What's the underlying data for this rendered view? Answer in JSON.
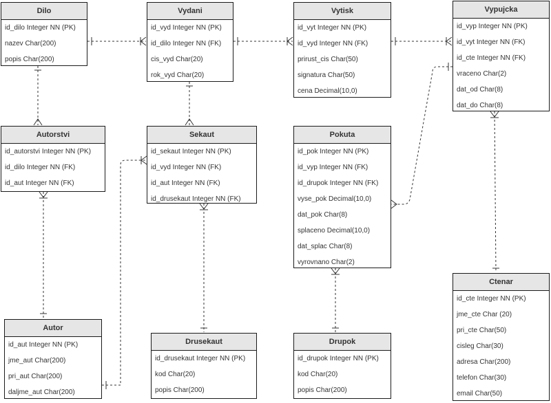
{
  "colors": {
    "header_bg": "#e6e6e6",
    "border": "#1a1a1a",
    "text": "#333333",
    "link": "#333333"
  },
  "entities": {
    "dilo": {
      "title": "Dilo",
      "fields": [
        "id_dilo Integer NN (PK)",
        "nazev Char(200)",
        "popis Char(200)"
      ]
    },
    "vydani": {
      "title": "Vydani",
      "fields": [
        "id_vyd Integer NN (PK)",
        "id_dilo Integer NN (FK)",
        "cis_vyd Char(20)",
        "rok_vyd Char(20)"
      ]
    },
    "vytisk": {
      "title": "Vytisk",
      "fields": [
        "id_vyt Integer NN (PK)",
        "id_vyd Integer NN (FK)",
        "prirust_cis Char(50)",
        "signatura Char(50)",
        "cena Decimal(10,0)"
      ]
    },
    "vypujcka": {
      "title": "Vypujcka",
      "fields": [
        "id_vyp Integer NN (PK)",
        "id_vyt Integer NN (FK)",
        "id_cte Integer NN (FK)",
        "vraceno Char(2)",
        "dat_od Char(8)",
        "dat_do Char(8)"
      ]
    },
    "autorstvi": {
      "title": "Autorstvi",
      "fields": [
        "id_autorstvi Integer NN (PK)",
        "id_dilo Integer NN (FK)",
        "id_aut Integer NN (FK)"
      ]
    },
    "sekaut": {
      "title": "Sekaut",
      "fields": [
        "id_sekaut Integer NN (PK)",
        "id_vyd Integer NN (FK)",
        "id_aut Integer NN (FK)",
        "id_drusekaut Integer NN (FK)"
      ]
    },
    "pokuta": {
      "title": "Pokuta",
      "fields": [
        "id_pok Integer NN (PK)",
        "id_vyp Integer NN (FK)",
        "id_drupok Integer NN (FK)",
        "vyse_pok Decimal(10,0)",
        "dat_pok Char(8)",
        "splaceno Decimal(10,0)",
        "dat_splac Char(8)",
        "vyrovnano Char(2)"
      ]
    },
    "ctenar": {
      "title": "Ctenar",
      "fields": [
        "id_cte Integer NN (PK)",
        "jme_cte Char (20)",
        "pri_cte Char(50)",
        "cisleg Char(30)",
        "adresa Char(200)",
        "telefon Char(30)",
        "email Char(50)"
      ]
    },
    "autor": {
      "title": "Autor",
      "fields": [
        "id_aut Integer NN (PK)",
        "jme_aut Char(200)",
        "pri_aut Char(200)",
        "daljme_aut Char(200)"
      ]
    },
    "drusekaut": {
      "title": "Drusekaut",
      "fields": [
        "id_drusekaut Integer NN (PK)",
        "kod Char(20)",
        "popis Char(200)"
      ]
    },
    "drupok": {
      "title": "Drupok",
      "fields": [
        "id_drupok Integer NN (PK)",
        "kod Char(20)",
        "popis Char(200)"
      ]
    }
  }
}
